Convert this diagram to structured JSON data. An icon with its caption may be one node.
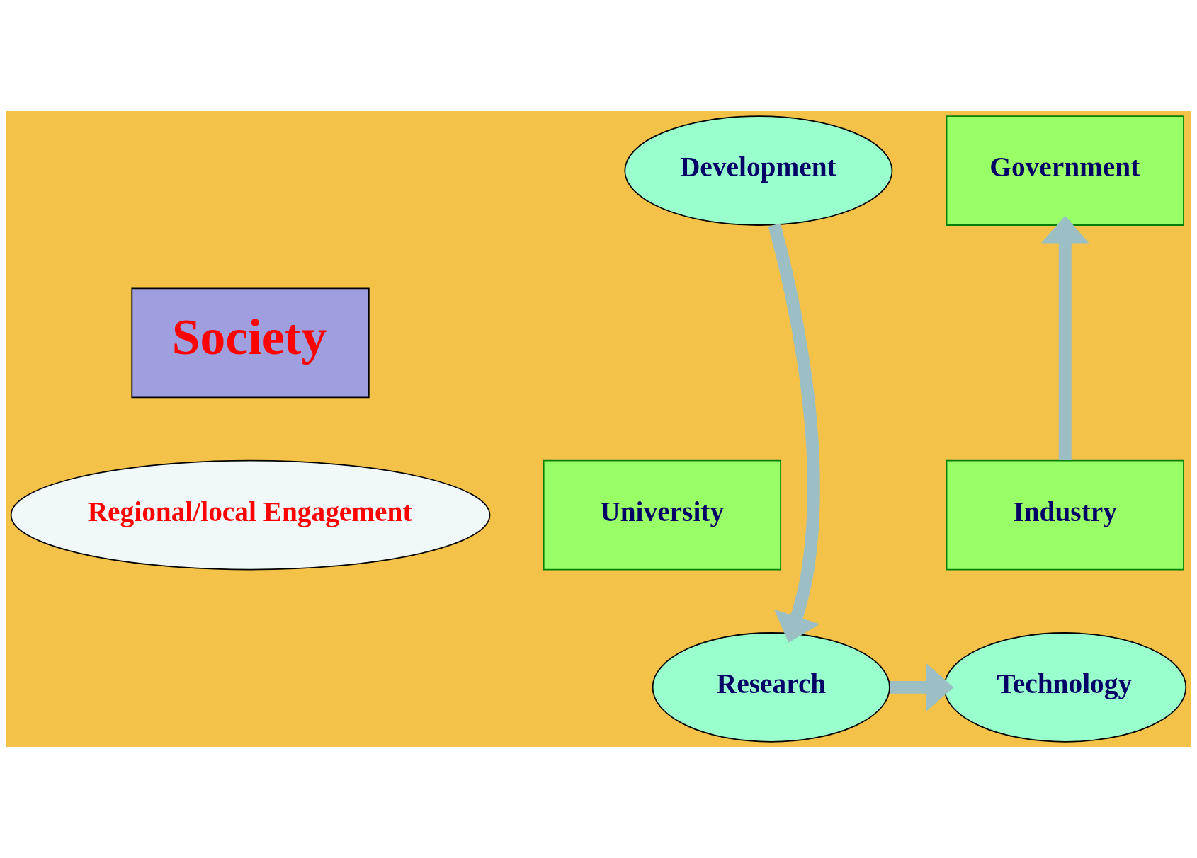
{
  "diagram": {
    "nodes": [
      {
        "text": [
          "Government"
        ]
      },
      {
        "text": [
          "Development"
        ]
      },
      {
        "text": [
          "Society"
        ]
      },
      {
        "text": [
          "University"
        ]
      },
      {
        "text": [
          "Regional/local Engagement"
        ]
      },
      {
        "text": [
          "Industry"
        ]
      },
      {
        "text": [
          "Research"
        ]
      },
      {
        "text": [
          "Technology"
        ]
      }
    ],
    "edges": [
      {
        "from": 1,
        "to": 6,
        "arrow": "to"
      },
      {
        "from": 6,
        "to": 7,
        "arrow": "to"
      },
      {
        "from": 5,
        "to": 0,
        "arrow": "to"
      }
    ]
  }
}
